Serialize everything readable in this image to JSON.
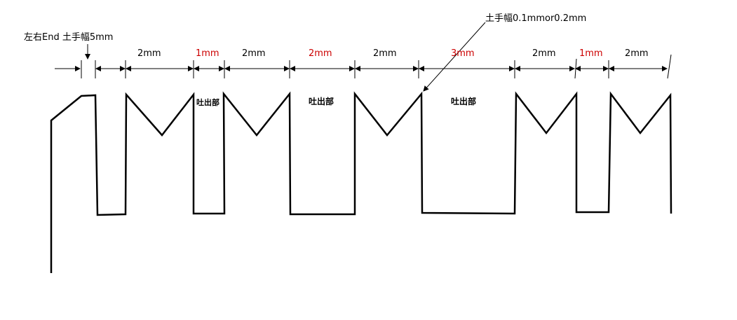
{
  "annotations": {
    "left_end": "左右End 土手幅5mm",
    "bank_width": "土手幅0.1mmor0.2mm"
  },
  "dimensions": [
    {
      "label": "2mm",
      "color": "#000000"
    },
    {
      "label": "1mm",
      "color": "#cc0000"
    },
    {
      "label": "2mm",
      "color": "#000000"
    },
    {
      "label": "2mm",
      "color": "#cc0000"
    },
    {
      "label": "2mm",
      "color": "#000000"
    },
    {
      "label": "3mm",
      "color": "#cc0000"
    },
    {
      "label": "2mm",
      "color": "#000000"
    },
    {
      "label": "1mm",
      "color": "#cc0000"
    },
    {
      "label": "2mm",
      "color": "#000000"
    }
  ],
  "outlets": [
    {
      "label": "吐出部"
    },
    {
      "label": "吐出部"
    },
    {
      "label": "吐出部"
    }
  ]
}
